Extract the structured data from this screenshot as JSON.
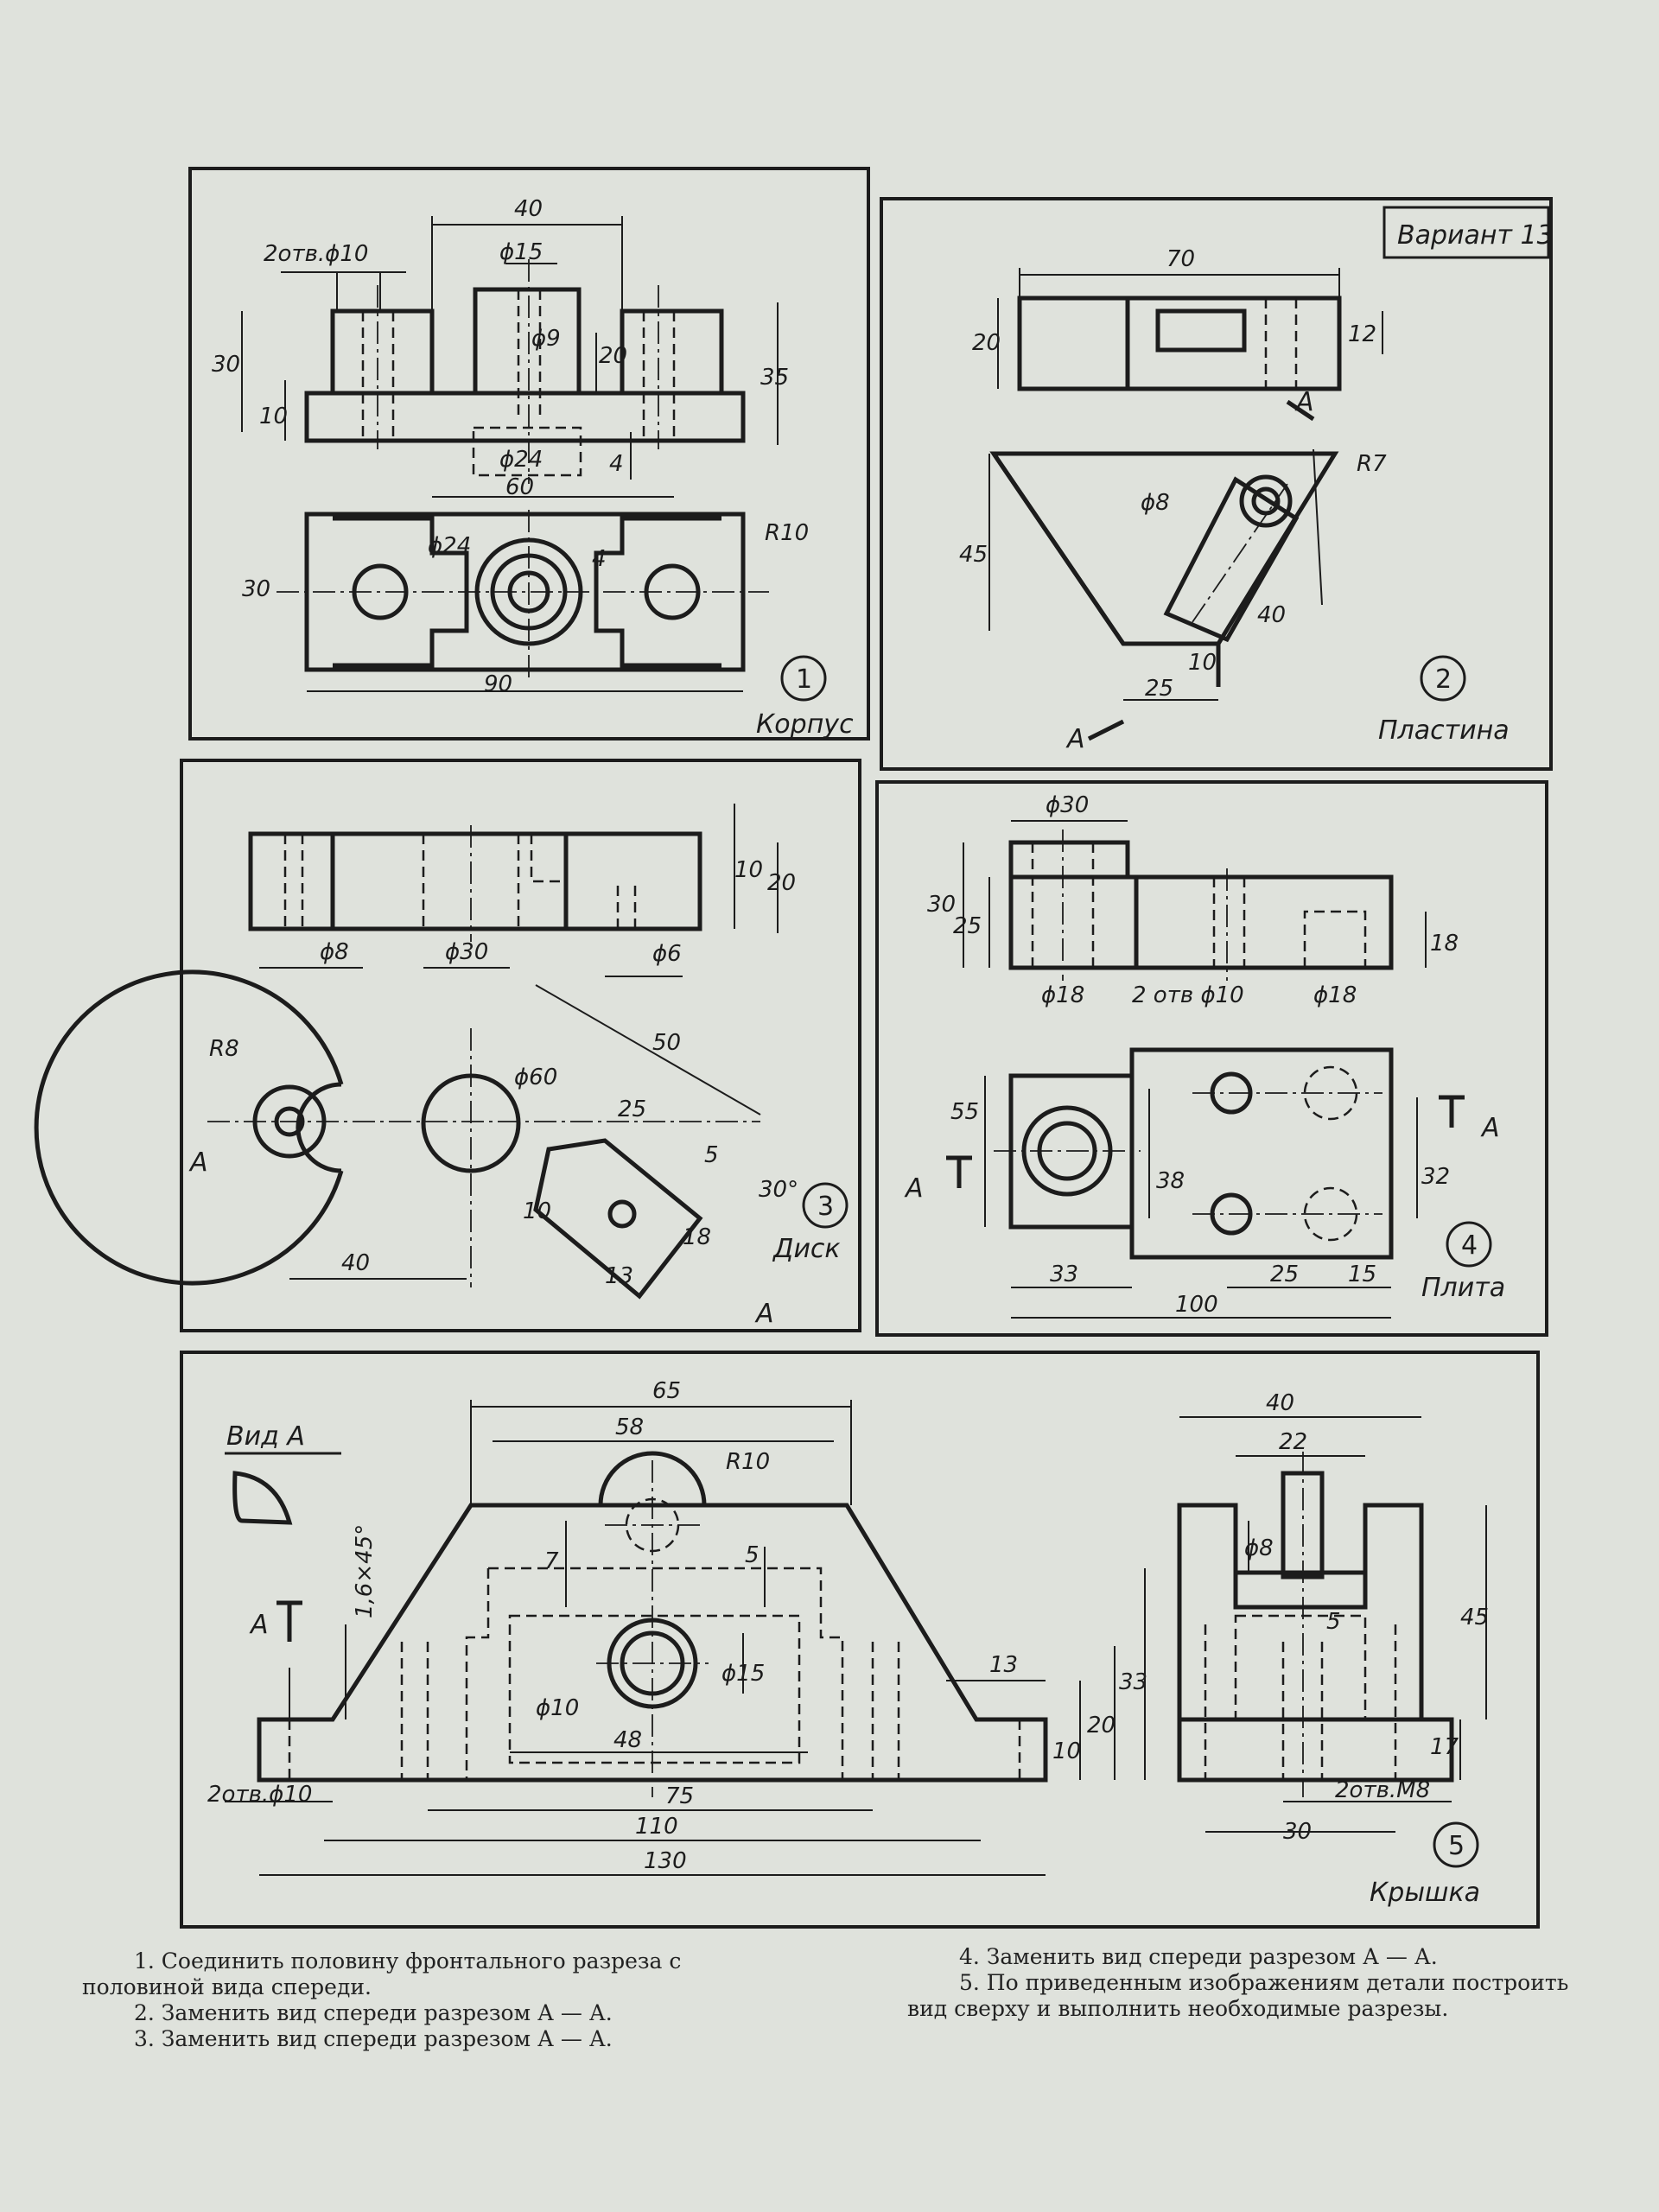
{
  "variant": "Вариант 13",
  "panels": [
    {
      "number": "1",
      "title": "Корпус",
      "dims": [
        "40",
        "2отв.ϕ10",
        "ϕ15",
        "ϕ9",
        "20",
        "30",
        "35",
        "10",
        "ϕ24",
        "4",
        "60",
        "ϕ24",
        "R10",
        "30",
        "4",
        "90"
      ]
    },
    {
      "number": "2",
      "title": "Пластина",
      "dims": [
        "70",
        "20",
        "12",
        "A",
        "R7",
        "ϕ8",
        "45",
        "40",
        "10",
        "25",
        "A"
      ]
    },
    {
      "number": "3",
      "title": "Диск",
      "dims": [
        "10",
        "20",
        "ϕ8",
        "ϕ30",
        "ϕ6",
        "50",
        "R8",
        "ϕ60",
        "25",
        "A",
        "5",
        "30°",
        "10",
        "18",
        "40",
        "13",
        "A"
      ]
    },
    {
      "number": "4",
      "title": "Плита",
      "dims": [
        "ϕ30",
        "30",
        "25",
        "18",
        "ϕ18",
        "2 отв ϕ10",
        "ϕ18",
        "55",
        "A",
        "A",
        "38",
        "32",
        "33",
        "25",
        "15",
        "100"
      ]
    },
    {
      "number": "5",
      "title": "Крышка",
      "view_label": "Вид А",
      "dims": [
        "65",
        "58",
        "R10",
        "7",
        "5",
        "A",
        "1,6×45°",
        "ϕ15",
        "ϕ10",
        "48",
        "13",
        "10",
        "20",
        "33",
        "2отв.ϕ10",
        "75",
        "110",
        "130",
        "40",
        "22",
        "ϕ8",
        "45",
        "5",
        "17",
        "2отв.M8",
        "30"
      ]
    }
  ],
  "tasks": [
    "1. Соединить половину фронтального разреза с",
    "половиной вида спереди.",
    "2. Заменить вид спереди разрезом А — А.",
    "3. Заменить вид спереди разрезом А — А.",
    "4. Заменить вид спереди разрезом А — А.",
    "5. По приведенным изображениям детали построить",
    "вид сверху и выполнить необходимые разрезы."
  ]
}
